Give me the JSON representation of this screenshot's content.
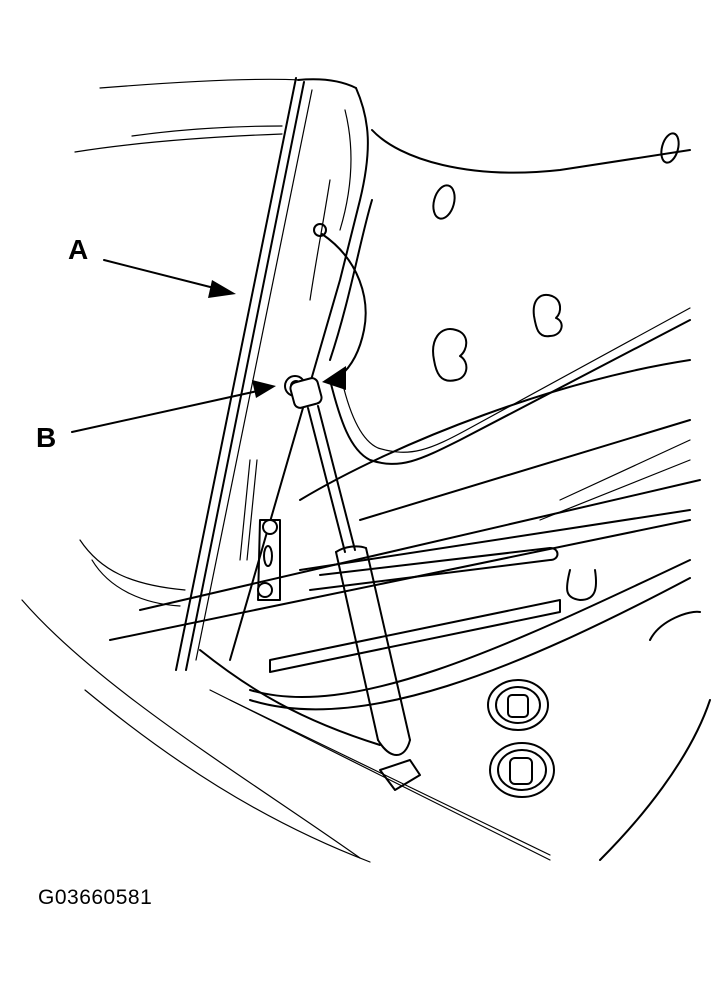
{
  "callouts": {
    "a": "A",
    "b": "B"
  },
  "figure_code": "G03660581"
}
